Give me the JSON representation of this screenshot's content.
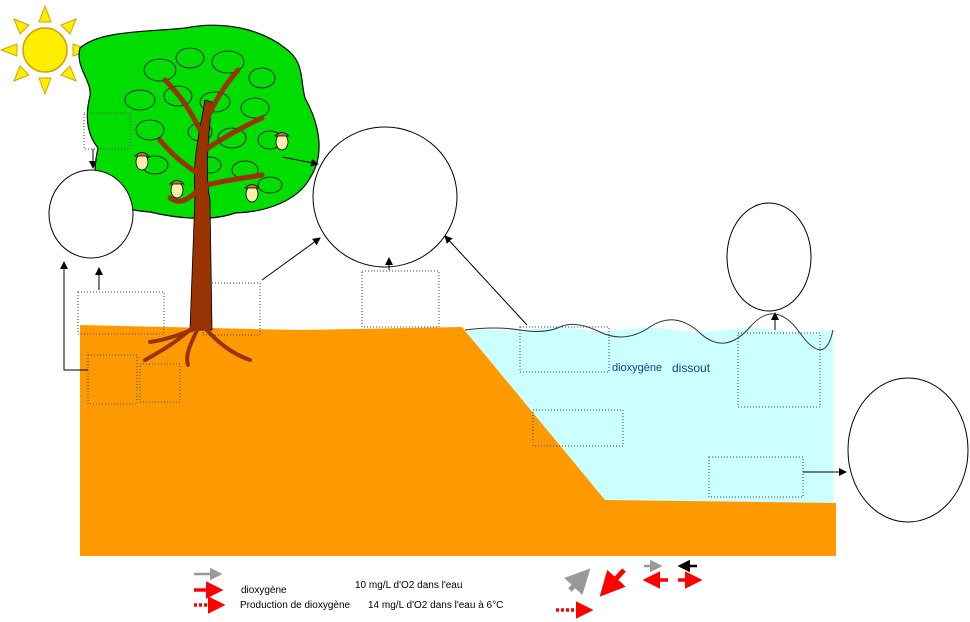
{
  "labels": {
    "dissolved_a": "dioxygène",
    "dissolved_b": "dissout",
    "legend_oxygen": "dioxygène",
    "legend_conc_1": "10 mg/L d'O2  dans l'eau",
    "legend_production": "Production de dioxygène",
    "legend_conc_2": "14 mg/L d'O2  dans l'eau à 6°C"
  },
  "colors": {
    "sky": "#ffffff",
    "soil": "#ff9900",
    "water": "#ccffff",
    "foliage": "#00dd00",
    "trunk": "#993300",
    "sun": "#ffee00",
    "arrow_red": "#ff0000",
    "arrow_gray": "#999999"
  },
  "icons": [
    "sun-icon",
    "oak-tree-icon",
    "acorn-icon"
  ]
}
